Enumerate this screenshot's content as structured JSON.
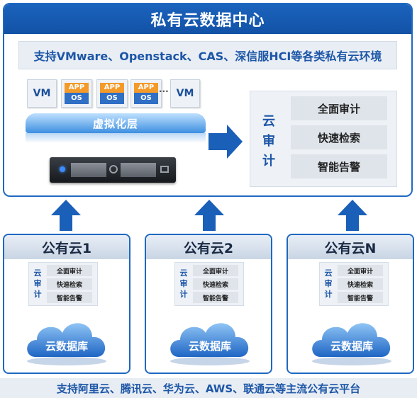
{
  "private_center": {
    "title": "私有云数据中心",
    "support_text": "支持VMware、Openstack、CAS、深信服HCI等各类私有云环境",
    "vm_label": "VM",
    "app_label": "APP",
    "os_label": "OS",
    "ellipsis": "···",
    "virtualization_label": "虚拟化层",
    "audit_title": "云审计",
    "audit_items": [
      "全面审计",
      "快速检索",
      "智能告警"
    ]
  },
  "public_clouds": [
    {
      "title": "公有云1",
      "audit_title": "云审计",
      "audit_items": [
        "全面审计",
        "快速检索",
        "智能告警"
      ],
      "db_label": "云数据库"
    },
    {
      "title": "公有云2",
      "audit_title": "云审计",
      "audit_items": [
        "全面审计",
        "快速检索",
        "智能告警"
      ],
      "db_label": "云数据库"
    },
    {
      "title": "公有云N",
      "audit_title": "云审计",
      "audit_items": [
        "全面审计",
        "快速检索",
        "智能告警"
      ],
      "db_label": "云数据库"
    }
  ],
  "footer": {
    "text": "支持阿里云、腾讯云、华为云、AWS、联通云等主流公有云平台"
  },
  "colors": {
    "primary_blue": "#1f68c1",
    "app_orange": "#f39a2a",
    "arrow_blue": "#1a5fb8"
  }
}
